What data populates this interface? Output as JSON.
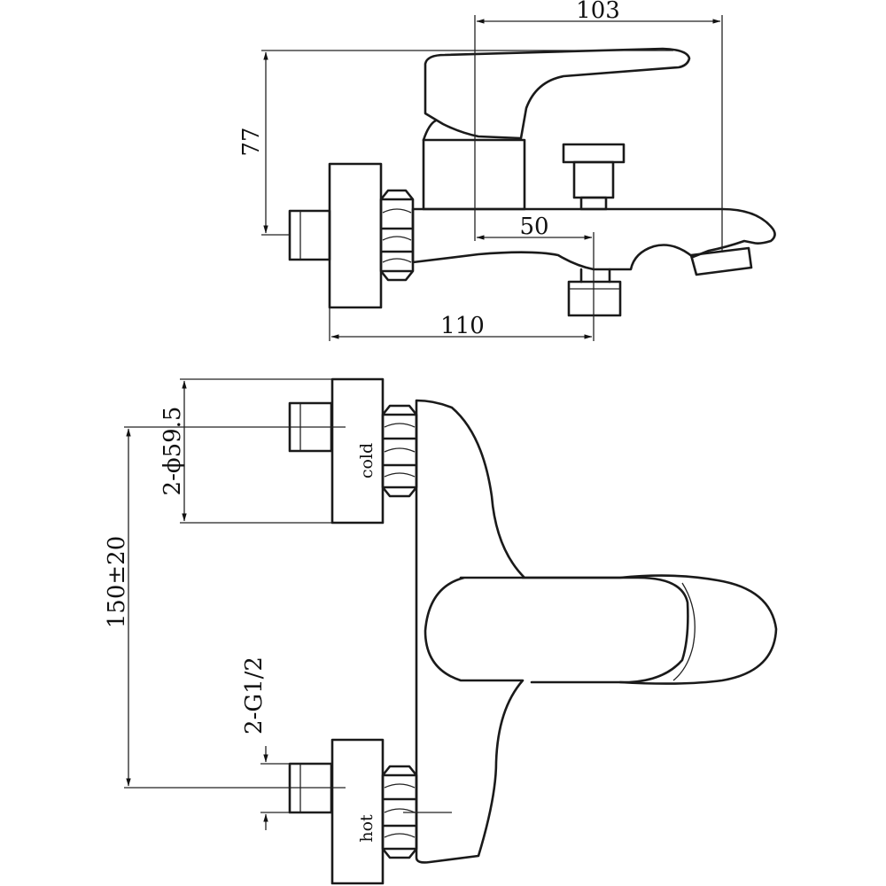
{
  "dimensions": {
    "spout_reach": "103",
    "body_height": "77",
    "outlet_offset": "50",
    "overall_length": "110",
    "flange_diameter": "2-ϕ59.5",
    "center_distance": "150±20",
    "thread_size": "2-G1/2"
  },
  "labels": {
    "cold": "cold",
    "hot": "hot"
  }
}
